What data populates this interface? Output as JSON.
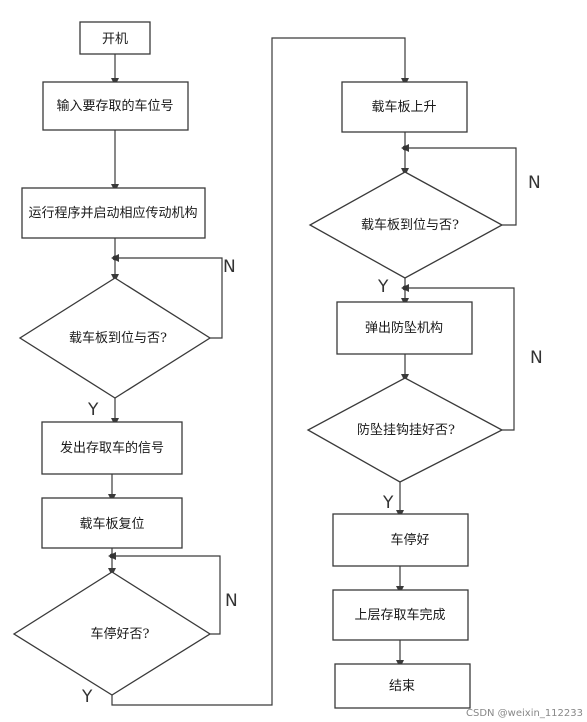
{
  "nodes": {
    "start": "开机",
    "input_slot": "输入要存取的车位号",
    "run_program": "运行程序并启动相应传动机构",
    "check_plate_arrived_1": "载车板到位与否?",
    "send_signal": "发出存取车的信号",
    "plate_reset": "载车板复位",
    "car_parked_check": "车停好否?",
    "plate_raise": "载车板上升",
    "check_plate_arrived_2": "载车板到位与否?",
    "eject_anti_fall": "弹出防坠机构",
    "anti_fall_hooked_check": "防坠挂钩挂好否?",
    "car_parked": "车停好",
    "upper_complete": "上层存取车完成",
    "end": "结束"
  },
  "labels": {
    "no": "N",
    "yes": "Y"
  },
  "watermark": "CSDN @weixin_112233"
}
